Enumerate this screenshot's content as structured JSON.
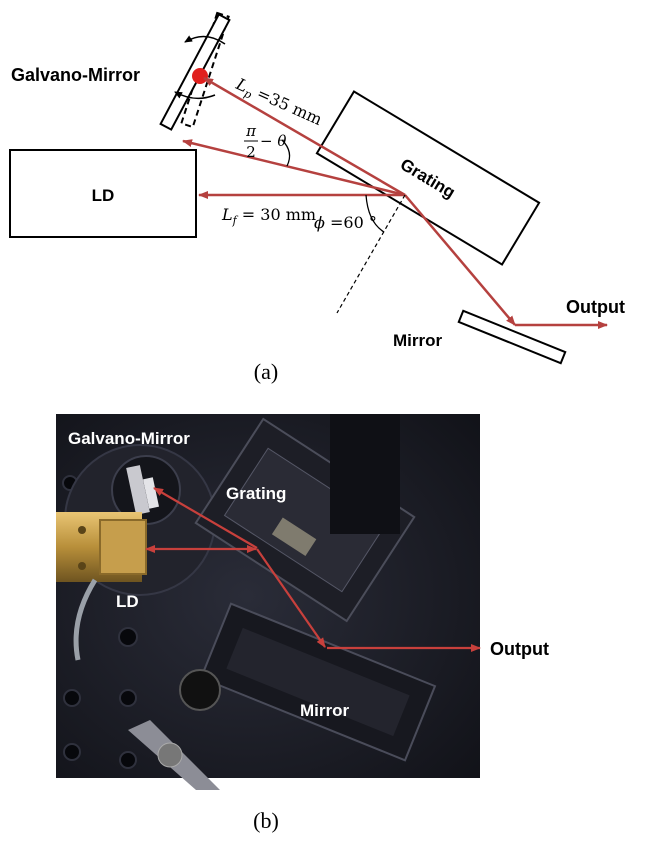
{
  "diagram_a": {
    "galvano_label": "Galvano-Mirror",
    "ld_label": "LD",
    "grating_label": "Grating",
    "mirror_label": "Mirror",
    "output_label": "Output",
    "lp_label": "L",
    "lp_sub": "p",
    "lp_value": " =35 mm",
    "lf_label": "L",
    "lf_sub": "f",
    "lf_value": " = 30 mm",
    "phi_label": "ϕ",
    "phi_value": " =60 °",
    "angle_num": "π",
    "angle_den": "2",
    "angle_rest": " − θ",
    "caption": "(a)",
    "colors": {
      "beam": "#b5413f",
      "pivot": "#e0201e",
      "outline": "#000000"
    }
  },
  "photo_b": {
    "galvano_label": "Galvano-Mirror",
    "grating_label": "Grating",
    "ld_label": "LD",
    "output_label": "Output",
    "mirror_label": "Mirror",
    "caption": "(b)",
    "colors": {
      "beam": "#c8403c",
      "background": "#1b1c24"
    }
  }
}
